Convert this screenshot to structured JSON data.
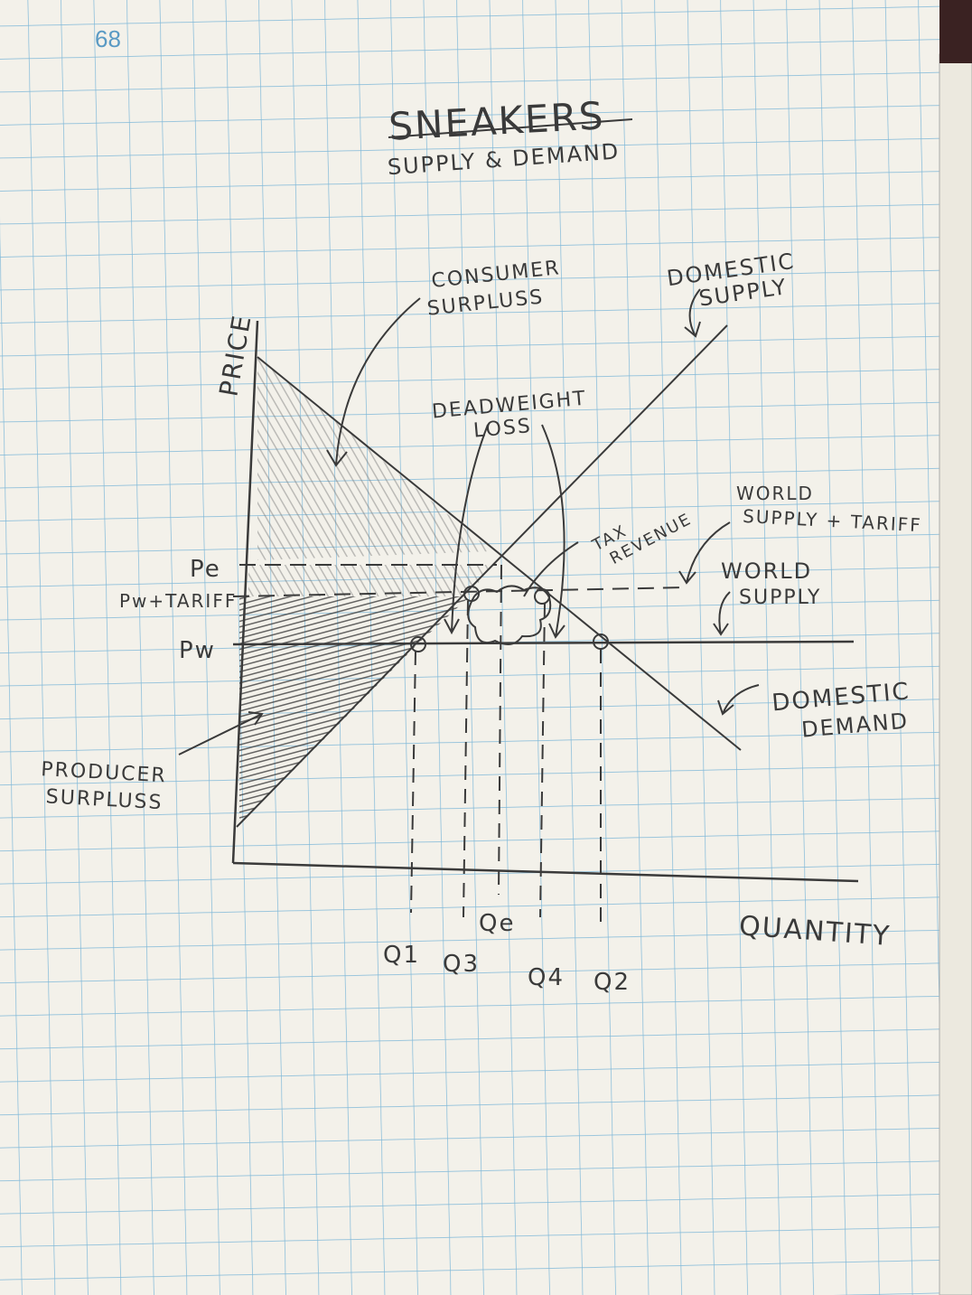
{
  "page_number": "68",
  "title": "SNEAKERS",
  "subtitle": "SUPPLY & DEMAND",
  "axes": {
    "y_label": "PRICE",
    "x_label": "QUANTITY"
  },
  "price_labels": {
    "pe": "Pe",
    "pw_tariff": "Pw+TARIFF",
    "pw": "Pw"
  },
  "quantity_labels": {
    "q1": "Q1",
    "q3": "Q3",
    "qe": "Qe",
    "q4": "Q4",
    "q2": "Q2"
  },
  "annotations": {
    "consumer_surplus": [
      "CONSUMER",
      "SURPLUSS"
    ],
    "producer_surplus": [
      "PRODUCER",
      "SURPLUSS"
    ],
    "deadweight_loss": [
      "DEADWEIGHT",
      "LOSS"
    ],
    "tax_revenue": [
      "TAX",
      "REVENUE"
    ],
    "domestic_supply": [
      "DOMESTIC",
      "SUPPLY"
    ],
    "domestic_demand": [
      "DOMESTIC",
      "DEMAND"
    ],
    "world_supply_tariff": [
      "WORLD",
      "SUPPLY + TARIFF"
    ],
    "world_supply": [
      "WORLD",
      "SUPPLY"
    ]
  },
  "colors": {
    "paper": "#f3f1ea",
    "grid": "#7fb8d8",
    "pencil": "#3a3a3a",
    "page_number": "#5a9ac4"
  }
}
